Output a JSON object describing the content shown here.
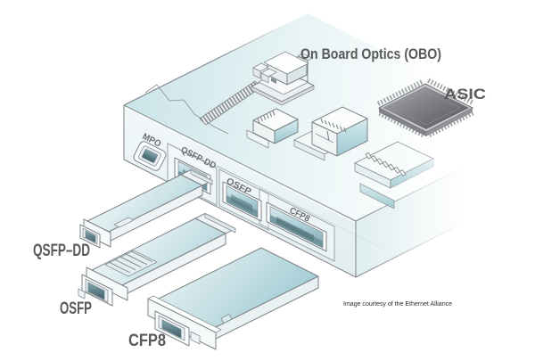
{
  "annotations": {
    "obo_label": "On Board Optics (OBO)",
    "asic_label": "ASIC",
    "credit": "Image courtesy of the Ethernet Alliance"
  },
  "faceplate_ports": [
    {
      "id": "mpo",
      "label": "MPO"
    },
    {
      "id": "qsfp_dd",
      "label": "QSFP-DD"
    },
    {
      "id": "osfp",
      "label": "OSFP"
    },
    {
      "id": "cfp8",
      "label": "CFP8"
    }
  ],
  "loose_modules": [
    {
      "id": "qsfp_dd",
      "label": "QSFP–DD"
    },
    {
      "id": "osfp",
      "label": "OSFP"
    },
    {
      "id": "cfp8",
      "label": "CFP8"
    }
  ],
  "colors": {
    "outline": "#7e8487",
    "label_dark": "#58595b",
    "port_label": "#6d6e71",
    "board_teal": "#cde6ea",
    "module_teal": "#aed3da",
    "port_recess": "#7da4ae",
    "asic_dark": "#55575a",
    "background": "#ffffff"
  }
}
